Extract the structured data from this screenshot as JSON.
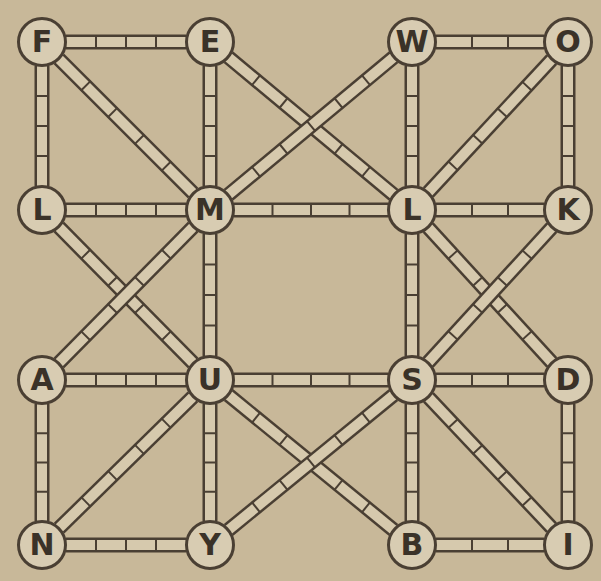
{
  "diagram": {
    "nodes": [
      {
        "text": [
          "F"
        ]
      },
      {
        "text": [
          "E"
        ]
      },
      {
        "text": [
          "W"
        ]
      },
      {
        "text": [
          "O"
        ]
      },
      {
        "text": [
          "L"
        ]
      },
      {
        "text": [
          "M"
        ]
      },
      {
        "text": [
          "L"
        ]
      },
      {
        "text": [
          "K"
        ]
      },
      {
        "text": [
          "A"
        ]
      },
      {
        "text": [
          "U"
        ]
      },
      {
        "text": [
          "S"
        ]
      },
      {
        "text": [
          "D"
        ]
      },
      {
        "text": [
          "N"
        ]
      },
      {
        "text": [
          "Y"
        ]
      },
      {
        "text": [
          "B"
        ]
      },
      {
        "text": [
          "I"
        ]
      }
    ],
    "edges": [
      {
        "from": 0,
        "to": 1,
        "arrow": "none"
      },
      {
        "from": 2,
        "to": 3,
        "arrow": "none"
      },
      {
        "from": 0,
        "to": 4,
        "arrow": "none"
      },
      {
        "from": 0,
        "to": 5,
        "arrow": "none"
      },
      {
        "from": 1,
        "to": 5,
        "arrow": "none"
      },
      {
        "from": 1,
        "to": 6,
        "arrow": "none"
      },
      {
        "from": 2,
        "to": 5,
        "arrow": "none"
      },
      {
        "from": 2,
        "to": 6,
        "arrow": "none"
      },
      {
        "from": 3,
        "to": 6,
        "arrow": "none"
      },
      {
        "from": 3,
        "to": 7,
        "arrow": "none"
      },
      {
        "from": 4,
        "to": 5,
        "arrow": "none"
      },
      {
        "from": 5,
        "to": 6,
        "arrow": "none"
      },
      {
        "from": 6,
        "to": 7,
        "arrow": "none"
      },
      {
        "from": 4,
        "to": 9,
        "arrow": "none"
      },
      {
        "from": 5,
        "to": 8,
        "arrow": "none"
      },
      {
        "from": 5,
        "to": 9,
        "arrow": "none"
      },
      {
        "from": 6,
        "to": 10,
        "arrow": "none"
      },
      {
        "from": 6,
        "to": 11,
        "arrow": "none"
      },
      {
        "from": 7,
        "to": 10,
        "arrow": "none"
      },
      {
        "from": 8,
        "to": 9,
        "arrow": "none"
      },
      {
        "from": 9,
        "to": 10,
        "arrow": "none"
      },
      {
        "from": 10,
        "to": 11,
        "arrow": "none"
      },
      {
        "from": 8,
        "to": 12,
        "arrow": "none"
      },
      {
        "from": 9,
        "to": 12,
        "arrow": "none"
      },
      {
        "from": 9,
        "to": 13,
        "arrow": "none"
      },
      {
        "from": 9,
        "to": 14,
        "arrow": "none"
      },
      {
        "from": 10,
        "to": 13,
        "arrow": "none"
      },
      {
        "from": 10,
        "to": 14,
        "arrow": "none"
      },
      {
        "from": 10,
        "to": 15,
        "arrow": "none"
      },
      {
        "from": 11,
        "to": 15,
        "arrow": "none"
      },
      {
        "from": 12,
        "to": 13,
        "arrow": "none"
      },
      {
        "from": 14,
        "to": 15,
        "arrow": "none"
      }
    ]
  }
}
